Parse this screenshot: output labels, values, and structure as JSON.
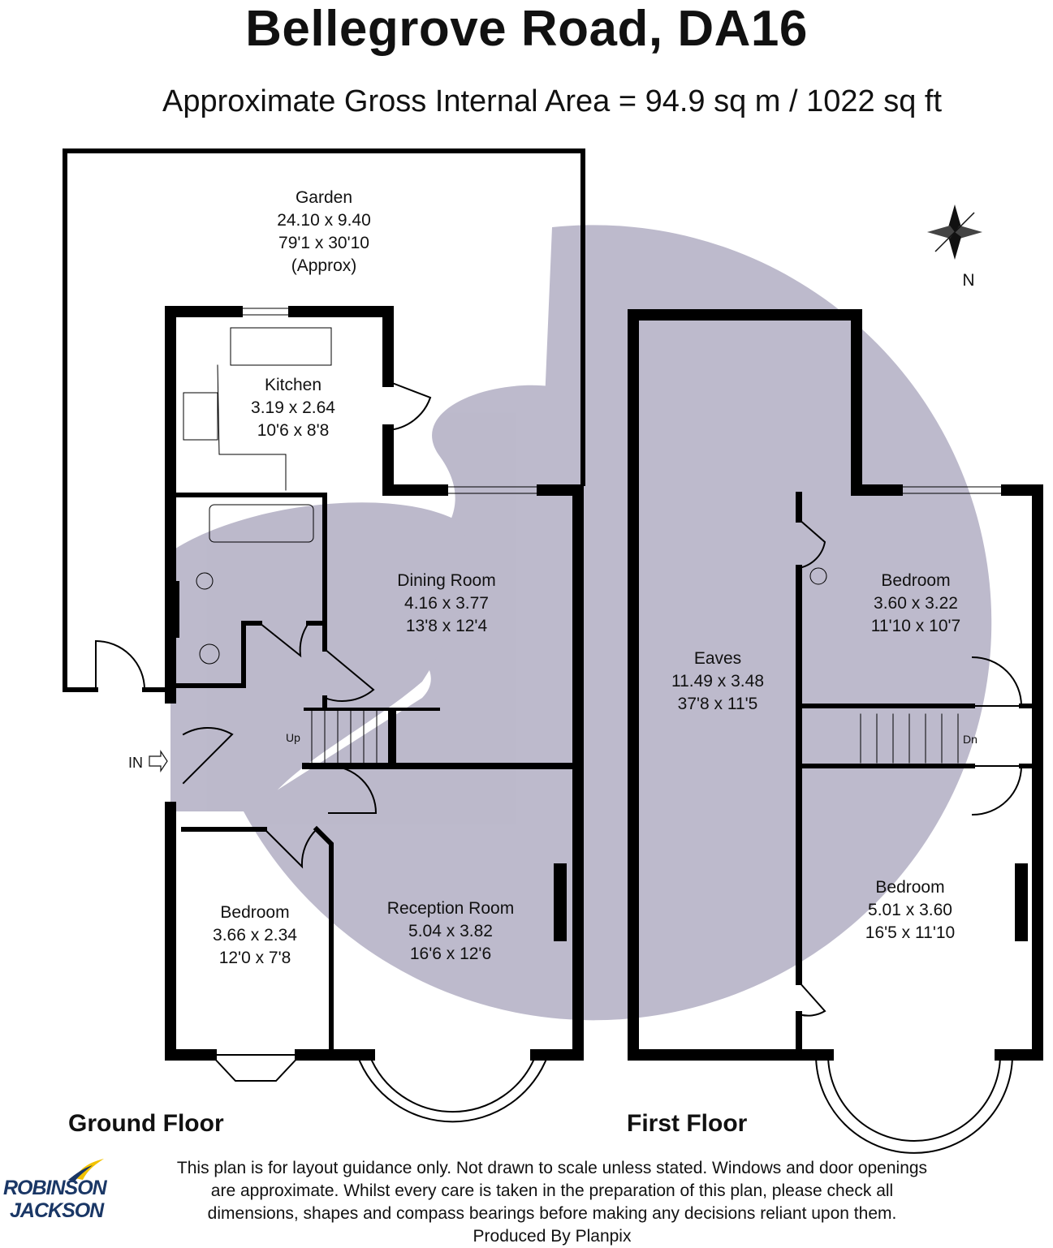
{
  "title": "Bellegrove Road, DA16",
  "subtitle": "Approximate Gross Internal Area = 94.9 sq m / 1022 sq ft",
  "compass": {
    "label": "N"
  },
  "rooms": {
    "garden": {
      "name": "Garden",
      "metric": "24.10 x 9.40",
      "imperial": "79'1 x 30'10",
      "note": "(Approx)"
    },
    "kitchen": {
      "name": "Kitchen",
      "metric": "3.19 x 2.64",
      "imperial": "10'6 x 8'8"
    },
    "dining": {
      "name": "Dining Room",
      "metric": "4.16 x 3.77",
      "imperial": "13'8 x 12'4"
    },
    "bedroom_gf": {
      "name": "Bedroom",
      "metric": "3.66 x 2.34",
      "imperial": "12'0 x 7'8"
    },
    "reception": {
      "name": "Reception Room",
      "metric": "5.04 x 3.82",
      "imperial": "16'6 x 12'6"
    },
    "eaves": {
      "name": "Eaves",
      "metric": "11.49 x 3.48",
      "imperial": "37'8 x 11'5"
    },
    "bedroom_ff1": {
      "name": "Bedroom",
      "metric": "3.60 x 3.22",
      "imperial": "11'10 x 10'7"
    },
    "bedroom_ff2": {
      "name": "Bedroom",
      "metric": "5.01 x 3.60",
      "imperial": "16'5 x 11'10"
    }
  },
  "markers": {
    "up": "Up",
    "down": "Dn",
    "entrance": "IN"
  },
  "floors": {
    "ground": "Ground Floor",
    "first": "First Floor"
  },
  "disclaimer": [
    "This plan is for layout guidance only. Not drawn to scale unless stated. Windows and door openings",
    "are approximate. Whilst every care is taken in the preparation of this plan, please check all",
    "dimensions, shapes and compass bearings before making any decisions reliant upon them.",
    "Produced By Planpix"
  ],
  "logo": {
    "line1": "ROBINSON",
    "line2": "JACKSON"
  },
  "colors": {
    "wall": "#000000",
    "watermark": "#b9b6c9",
    "logo": "#1a3766",
    "logo_accent": "#f2c200"
  }
}
